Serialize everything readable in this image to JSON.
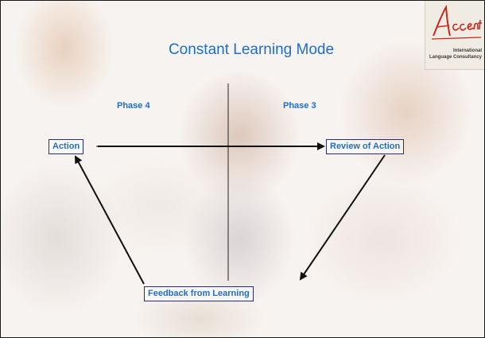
{
  "slide": {
    "title": "Constant Learning Mode"
  },
  "logo": {
    "wordmark": "Accent",
    "line1": "International",
    "line2": "Language Consultancy",
    "color": "#c8281e"
  },
  "phases": {
    "left": "Phase 4",
    "right": "Phase 3"
  },
  "nodes": {
    "action": "Action",
    "review": "Review of Action",
    "feedback": "Feedback from Learning"
  },
  "colors": {
    "text_accent": "#1f6ec8",
    "arrow": "#111111",
    "divider": "#222222"
  }
}
